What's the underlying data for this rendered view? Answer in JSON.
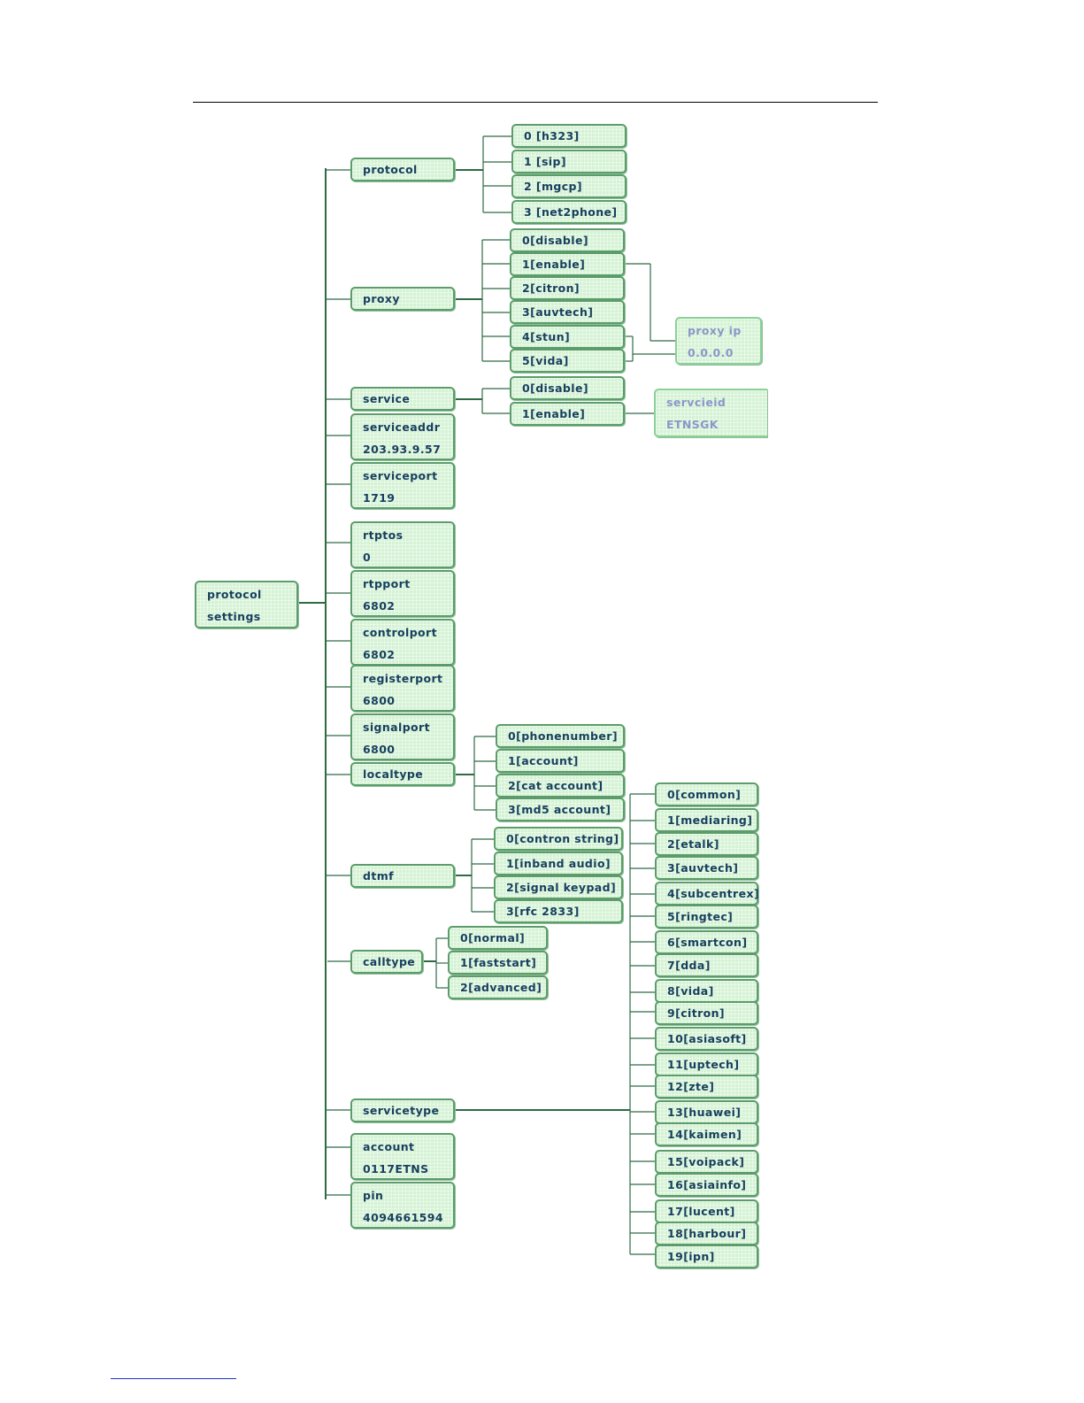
{
  "root": {
    "title": "protocol",
    "subtitle": "settings"
  },
  "nodes": {
    "protocol": "protocol",
    "proxy": "proxy",
    "service": "service",
    "serviceaddr": {
      "label": "serviceaddr",
      "value": "203.93.9.57"
    },
    "serviceport": {
      "label": "serviceport",
      "value": "1719"
    },
    "rptos": {
      "label": "rtptos",
      "value": "0"
    },
    "rtpport": {
      "label": "rtpport",
      "value": "6802"
    },
    "controlport": {
      "label": "controlport",
      "value": "6802"
    },
    "registerport": {
      "label": "registerport",
      "value": "6800"
    },
    "signalport": {
      "label": "signalport",
      "value": "6800"
    },
    "localtype": "localtype",
    "dtmf": "dtmf",
    "calltype": "calltype",
    "servicetype": "servicetype",
    "account": {
      "label": "account",
      "value": "0117ETNS"
    },
    "pin": {
      "label": "pin",
      "value": "4094661594"
    }
  },
  "protocol_options": [
    "0 [h323]",
    "1 [sip]",
    "2 [mgcp]",
    "3 [net2phone]"
  ],
  "proxy_options": [
    "0[disable]",
    "1[enable]",
    "2[citron]",
    "3[auvtech]",
    "4[stun]",
    "5[vida]"
  ],
  "proxy_ip": {
    "label": "proxy ip",
    "value": "0.0.0.0"
  },
  "service_options": [
    "0[disable]",
    "1[enable]"
  ],
  "service_id": {
    "label": "servcieid",
    "value": "ETNSGK"
  },
  "localtype_options": [
    "0[phonenumber]",
    "1[account]",
    "2[cat account]",
    "3[md5 account]"
  ],
  "dtmf_options": [
    "0[contron string]",
    "1[inband audio]",
    "2[signal keypad]",
    "3[rfc 2833]"
  ],
  "calltype_options": [
    "0[normal]",
    "1[faststart]",
    "2[advanced]"
  ],
  "servicetype_options": [
    "0[common]",
    "1[mediaring]",
    "2[etalk]",
    "3[auvtech]",
    "4[subcentrex]",
    "5[ringtec]",
    "6[smartcon]",
    "7[dda]",
    "8[vida]",
    "9[citron]",
    "10[asiasoft]",
    "11[uptech]",
    "12[zte]",
    "13[huawei]",
    "14[kaimen]",
    "15[voipack]",
    "16[asiainfo]",
    "17[lucent]",
    "18[harbour]",
    "19[ipn]"
  ],
  "colors": {
    "node_fill": "#d4f2d4",
    "node_border": "#5b9c6a",
    "node_text": "#173f5e",
    "connector": "#2f6a45",
    "ghost_text": "#8a97c8"
  }
}
